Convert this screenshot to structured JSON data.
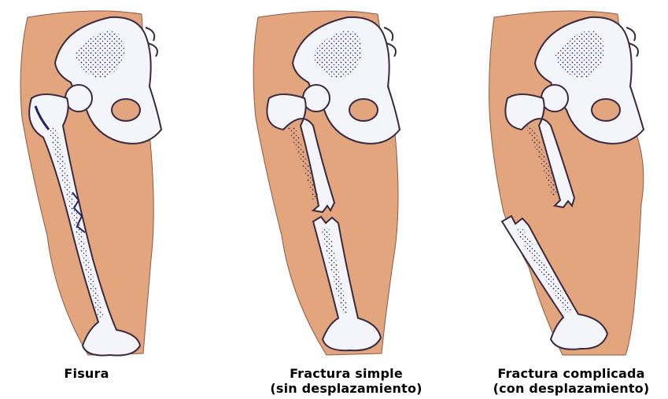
{
  "panels": [
    {
      "id": "fisura",
      "caption_lines": [
        "Fisura"
      ]
    },
    {
      "id": "fractura-simple",
      "caption_lines": [
        "Fractura simple",
        "(sin desplazamiento)"
      ]
    },
    {
      "id": "fractura-complicada",
      "caption_lines": [
        "Fractura complicada",
        "(con desplazamiento)"
      ]
    }
  ],
  "colors": {
    "skin": "#E3A57D",
    "bone": "#F4F4FB",
    "bone_shadow": "#24245A",
    "outline": "#3A2A40"
  }
}
